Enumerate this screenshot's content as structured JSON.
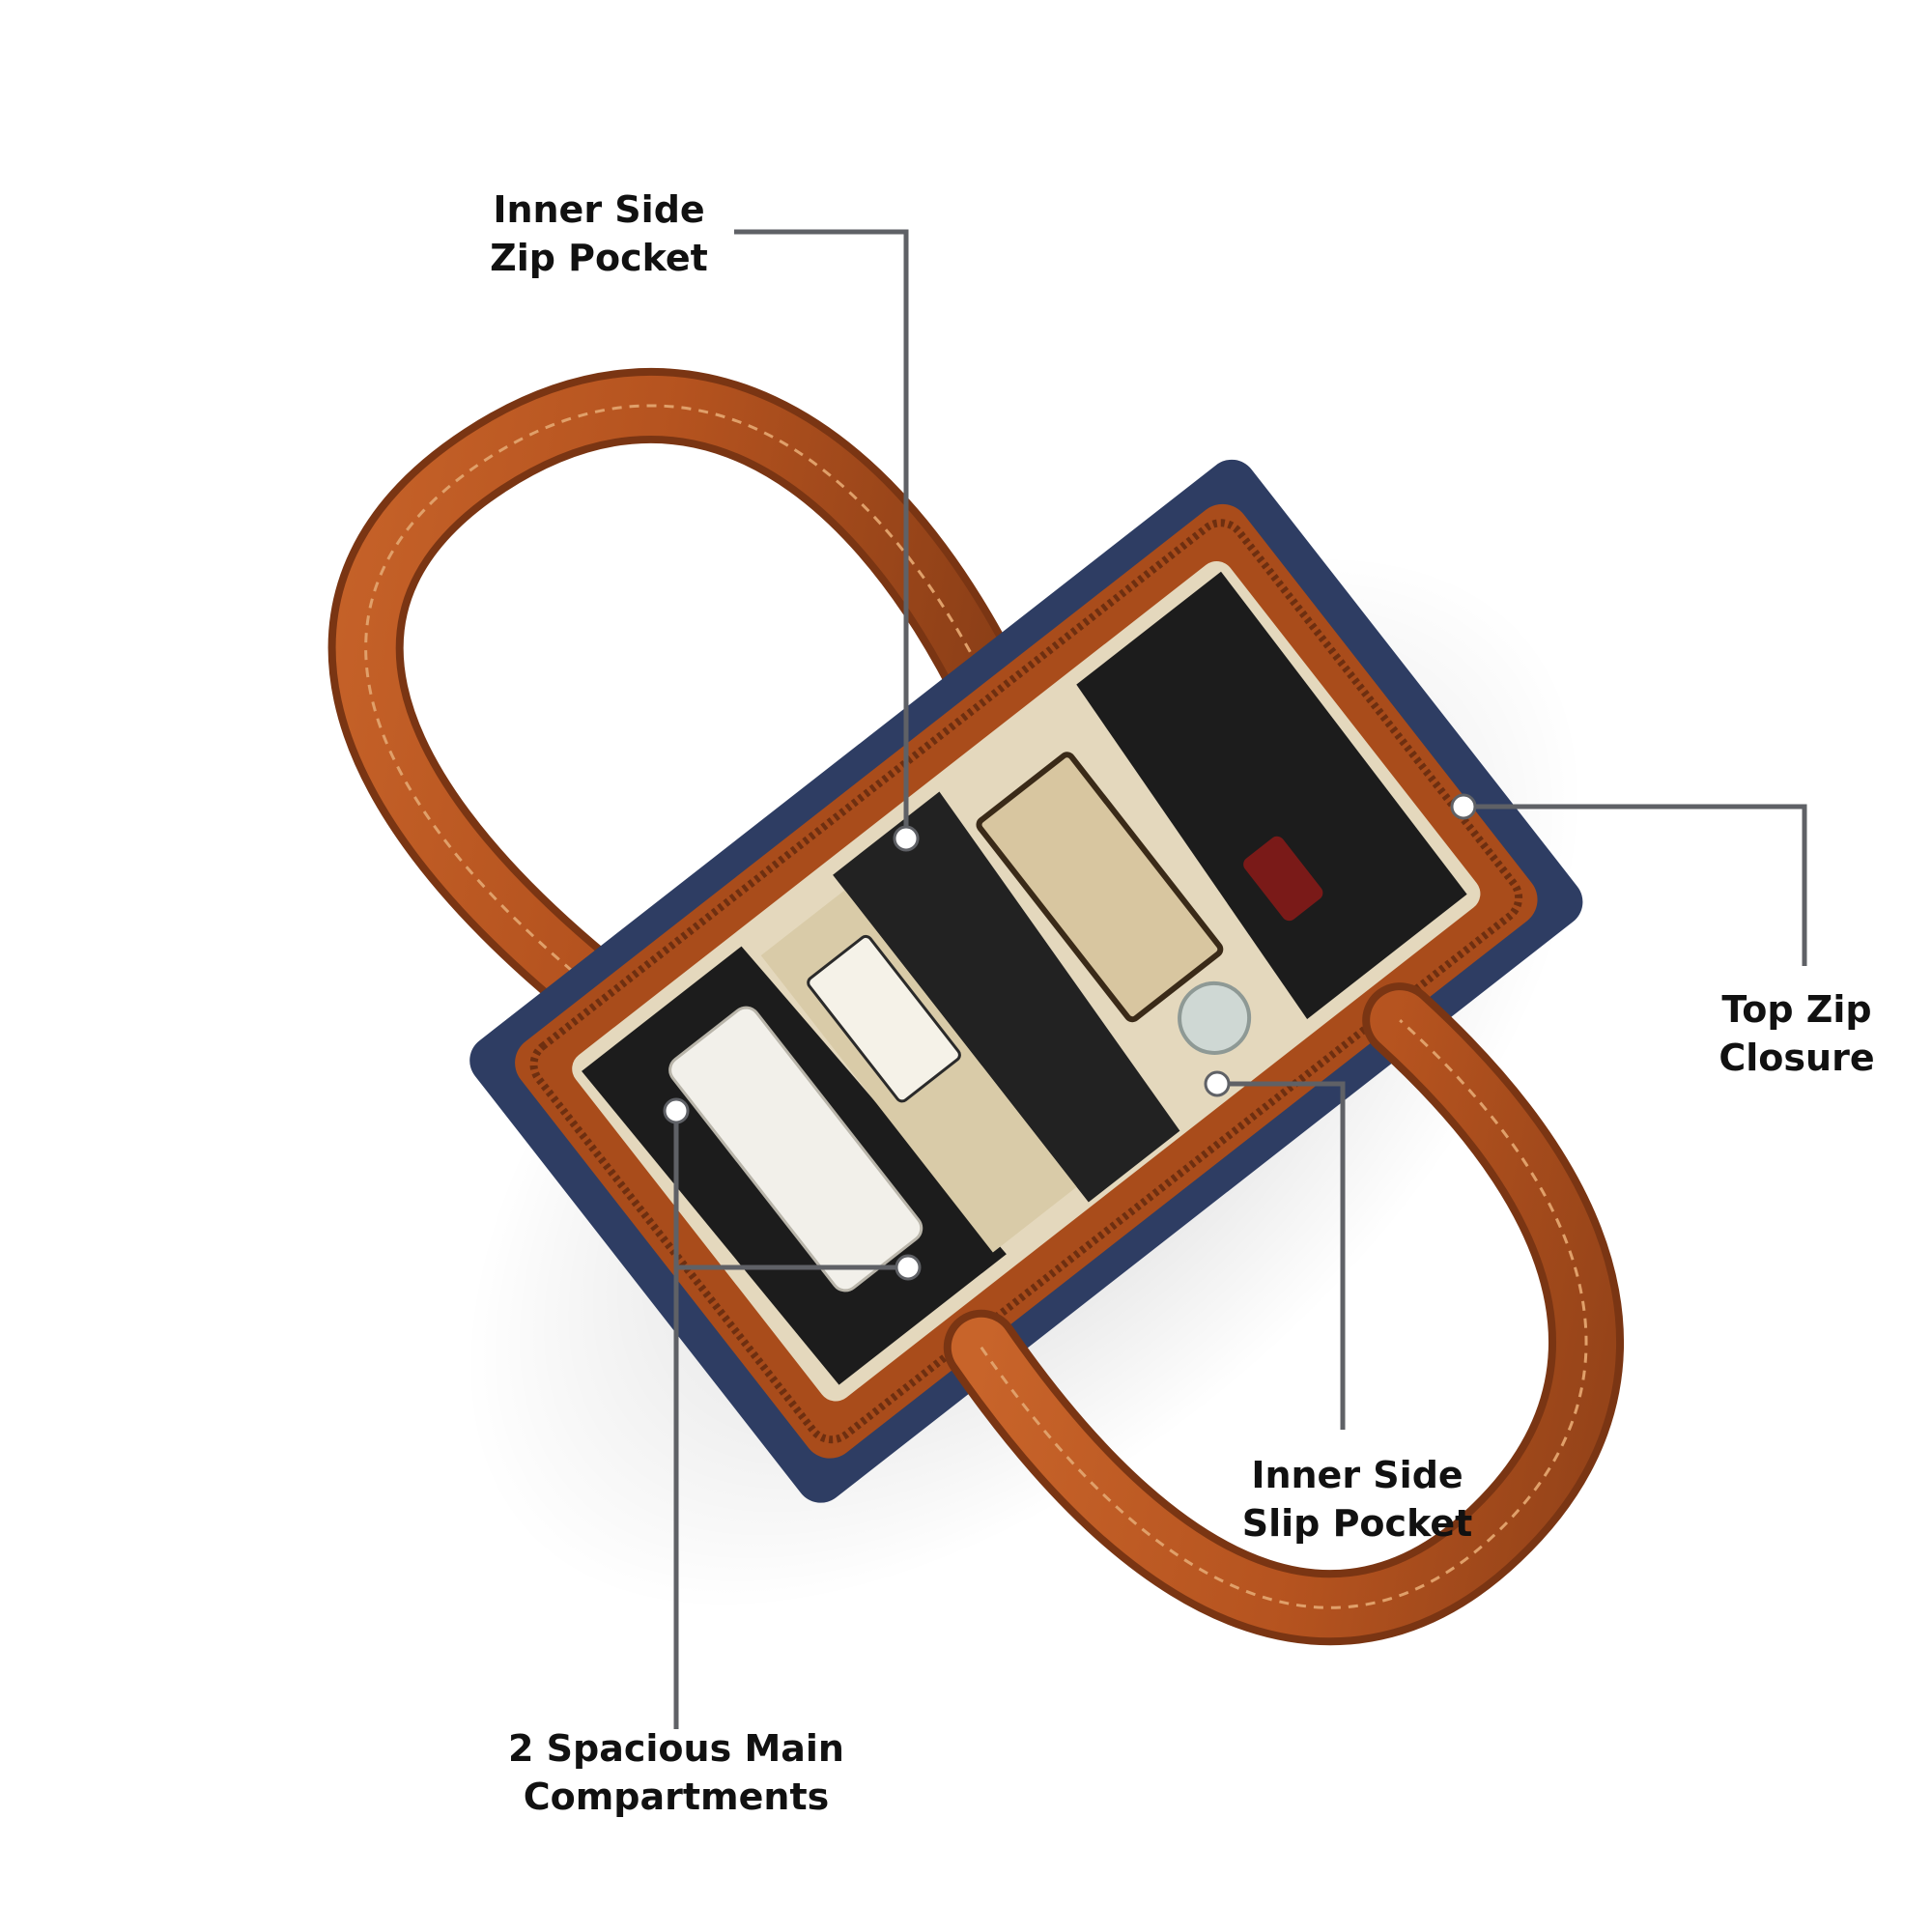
{
  "image": {
    "description_subject": "handbag",
    "colors": {
      "background": "#ffffff",
      "handle_tan": "#b5531f",
      "handle_shadow": "#7a3513",
      "navy_trim": "#2e3d63",
      "lining_beige": "#e4d8bd",
      "interior_black": "#1c1c1c",
      "leader_line": "#5f6166",
      "label_text": "#111111"
    }
  },
  "callouts": {
    "inner_zip_pocket": {
      "line1": "Inner Side",
      "line2": "Zip Pocket"
    },
    "top_zip_closure": {
      "line1": "Top Zip",
      "line2": "Closure"
    },
    "inner_slip_pocket": {
      "line1": "Inner Side",
      "line2": "Slip Pocket"
    },
    "main_compartments": {
      "line1": "2 Spacious Main",
      "line2": "Compartments"
    }
  }
}
